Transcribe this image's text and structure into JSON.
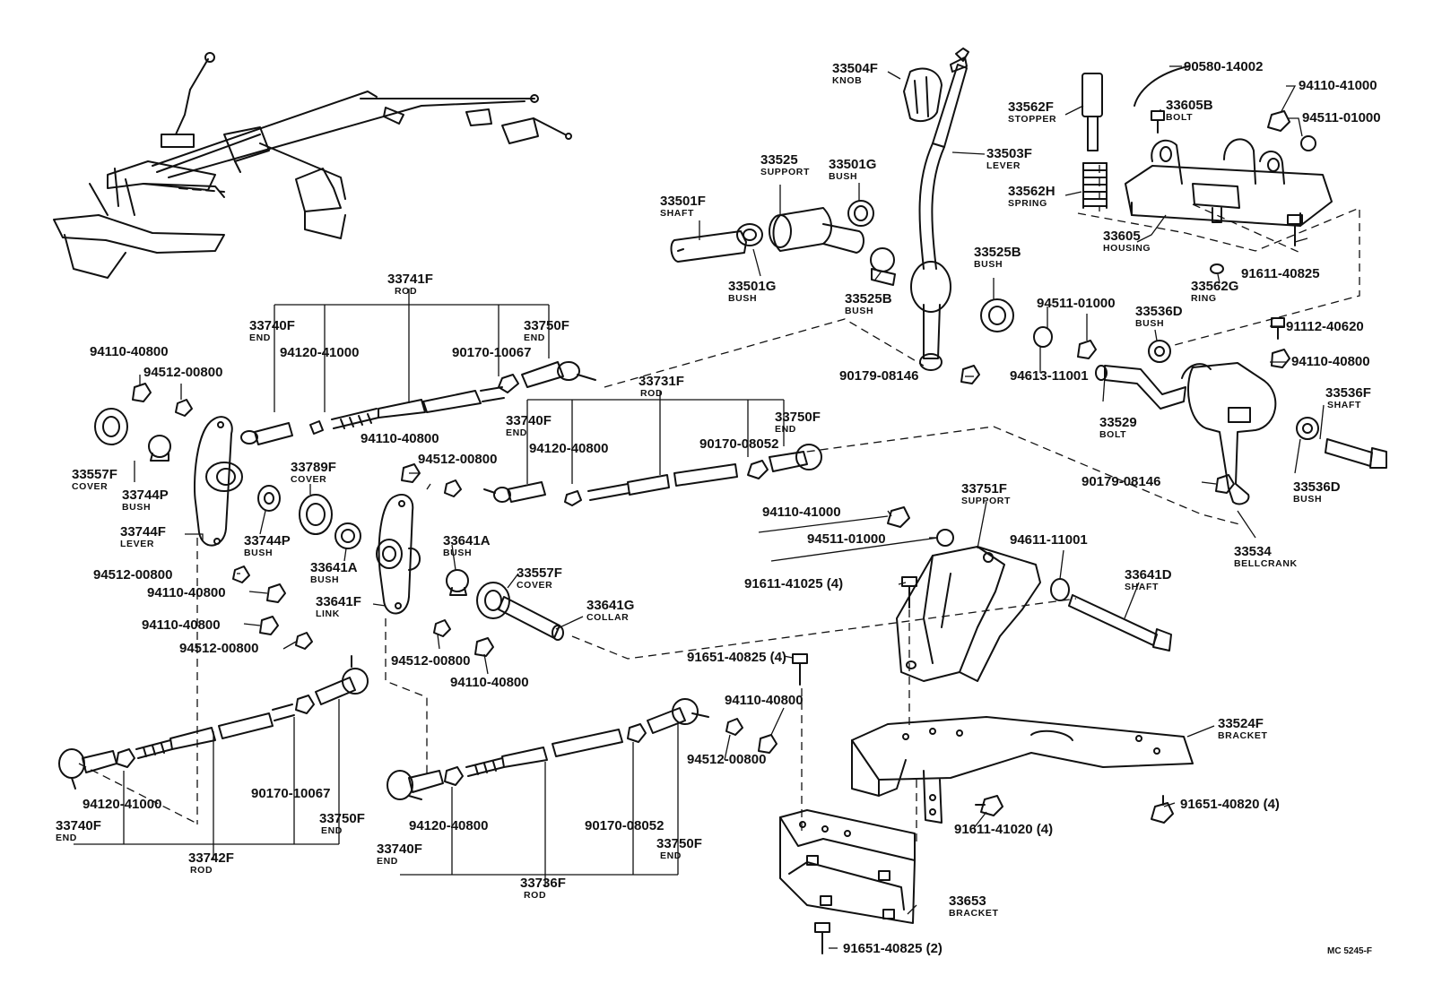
{
  "diagram_code": "MC 5245-F",
  "labels": {
    "p1": {
      "num": "33504F",
      "name": "KNOB"
    },
    "p2": {
      "num": "90580-14002"
    },
    "p3": {
      "num": "94110-41000"
    },
    "p4": {
      "num": "33562F",
      "name": "STOPPER"
    },
    "p5": {
      "num": "33605B",
      "name": "BOLT"
    },
    "p6": {
      "num": "94511-01000"
    },
    "p7": {
      "num": "33525",
      "name": "SUPPORT"
    },
    "p8": {
      "num": "33501G",
      "name": "BUSH"
    },
    "p9": {
      "num": "33503F",
      "name": "LEVER"
    },
    "p10": {
      "num": "33562H",
      "name": "SPRING"
    },
    "p11": {
      "num": "33501F",
      "name": "SHAFT"
    },
    "p12": {
      "num": "33605",
      "name": "HOUSING"
    },
    "p13": {
      "num": "33525B",
      "name": "BUSH"
    },
    "p14": {
      "num": "91611-40825"
    },
    "p15": {
      "num": "33501G",
      "name": "BUSH"
    },
    "p16": {
      "num": "33562G",
      "name": "RING"
    },
    "p17": {
      "num": "33525B",
      "name": "BUSH"
    },
    "p18": {
      "num": "33741F",
      "name": "ROD"
    },
    "p19": {
      "num": "94511-01000"
    },
    "p20": {
      "num": "33536D",
      "name": "BUSH"
    },
    "p21": {
      "num": "91112-40620"
    },
    "p22": {
      "num": "33740F",
      "name": "END"
    },
    "p23": {
      "num": "33750F",
      "name": "END"
    },
    "p24": {
      "num": "94120-41000"
    },
    "p25": {
      "num": "90170-10067"
    },
    "p26": {
      "num": "94110-40800"
    },
    "p27": {
      "num": "94110-40800"
    },
    "p28": {
      "num": "90179-08146"
    },
    "p29": {
      "num": "94613-11001"
    },
    "p30": {
      "num": "94512-00800"
    },
    "p31": {
      "num": "33731F",
      "name": "ROD"
    },
    "p32": {
      "num": "33536F",
      "name": "SHAFT"
    },
    "p33": {
      "num": "33529",
      "name": "BOLT"
    },
    "p34": {
      "num": "33740F",
      "name": "END"
    },
    "p35": {
      "num": "33750F",
      "name": "END"
    },
    "p36": {
      "num": "94110-40800"
    },
    "p37": {
      "num": "94120-40800"
    },
    "p38": {
      "num": "90170-08052"
    },
    "p39": {
      "num": "33557F",
      "name": "COVER"
    },
    "p40": {
      "num": "33744P",
      "name": "BUSH"
    },
    "p41": {
      "num": "33789F",
      "name": "COVER"
    },
    "p42": {
      "num": "94512-00800"
    },
    "p43": {
      "num": "90179-08146"
    },
    "p44": {
      "num": "33536D",
      "name": "BUSH"
    },
    "p45": {
      "num": "33751F",
      "name": "SUPPORT"
    },
    "p46": {
      "num": "94110-41000"
    },
    "p47": {
      "num": "33744F",
      "name": "LEVER"
    },
    "p48": {
      "num": "33744P",
      "name": "BUSH"
    },
    "p49": {
      "num": "33641A",
      "name": "BUSH"
    },
    "p50": {
      "num": "94511-01000"
    },
    "p51": {
      "num": "94611-11001"
    },
    "p52": {
      "num": "33534",
      "name": "BELLCRANK"
    },
    "p53": {
      "num": "33641A",
      "name": "BUSH"
    },
    "p54": {
      "num": "33557F",
      "name": "COVER"
    },
    "p55": {
      "num": "94512-00800"
    },
    "p56": {
      "num": "33641D",
      "name": "SHAFT"
    },
    "p57": {
      "num": "94110-40800"
    },
    "p58": {
      "num": "91611-41025 (4)"
    },
    "p59": {
      "num": "33641F",
      "name": "LINK"
    },
    "p60": {
      "num": "33641G",
      "name": "COLLAR"
    },
    "p61": {
      "num": "94110-40800"
    },
    "p62": {
      "num": "94512-00800"
    },
    "p63": {
      "num": "91651-40825 (4)"
    },
    "p64": {
      "num": "94512-00800"
    },
    "p65": {
      "num": "94110-40800"
    },
    "p66": {
      "num": "94110-40800"
    },
    "p67": {
      "num": "33524F",
      "name": "BRACKET"
    },
    "p68": {
      "num": "94512-00800"
    },
    "p69": {
      "num": "94120-41000"
    },
    "p70": {
      "num": "91651-40820 (4)"
    },
    "p71": {
      "num": "33740F",
      "name": "END"
    },
    "p72": {
      "num": "90170-10067"
    },
    "p73": {
      "num": "33750F",
      "name": "END"
    },
    "p74": {
      "num": "94120-40800"
    },
    "p75": {
      "num": "90170-08052"
    },
    "p76": {
      "num": "91611-41020 (4)"
    },
    "p77": {
      "num": "33742F",
      "name": "ROD"
    },
    "p78": {
      "num": "33740F",
      "name": "END"
    },
    "p79": {
      "num": "33750F",
      "name": "END"
    },
    "p80": {
      "num": "33736F",
      "name": "ROD"
    },
    "p81": {
      "num": "33653",
      "name": "BRACKET"
    },
    "p82": {
      "num": "91651-40825 (2)"
    }
  }
}
